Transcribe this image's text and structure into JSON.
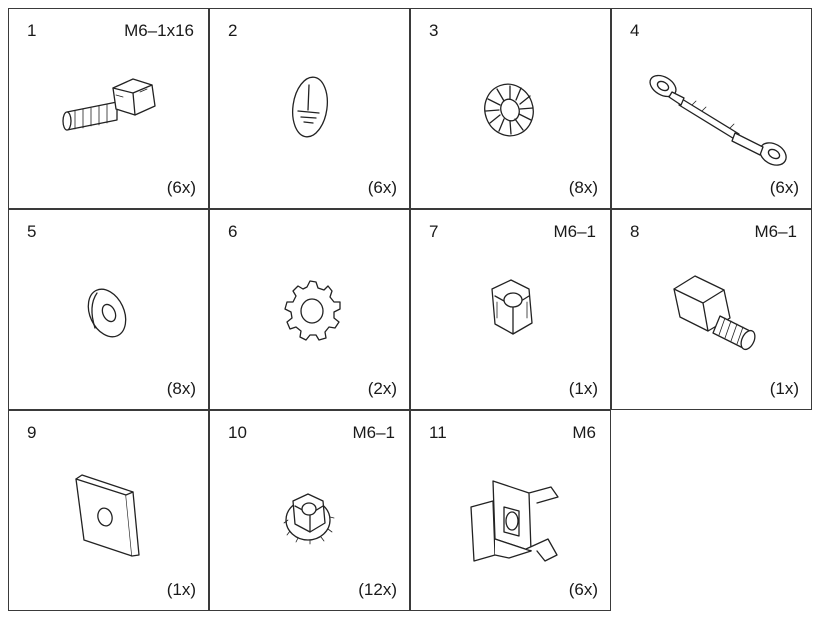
{
  "parts": [
    {
      "number": "1",
      "spec": "M6–1x16",
      "quantity": "(6x)",
      "icon": "hex-bolt-icon"
    },
    {
      "number": "2",
      "spec": "",
      "quantity": "(6x)",
      "icon": "ground-label-icon"
    },
    {
      "number": "3",
      "spec": "",
      "quantity": "(8x)",
      "icon": "serrated-lock-washer-icon"
    },
    {
      "number": "4",
      "spec": "",
      "quantity": "(6x)",
      "icon": "ground-strap-icon"
    },
    {
      "number": "5",
      "spec": "",
      "quantity": "(8x)",
      "icon": "flat-washer-icon"
    },
    {
      "number": "6",
      "spec": "",
      "quantity": "(2x)",
      "icon": "toothed-lock-washer-icon"
    },
    {
      "number": "7",
      "spec": "M6–1",
      "quantity": "(1x)",
      "icon": "hex-nut-icon"
    },
    {
      "number": "8",
      "spec": "M6–1",
      "quantity": "(1x)",
      "icon": "hex-standoff-icon"
    },
    {
      "number": "9",
      "spec": "",
      "quantity": "(1x)",
      "icon": "u-clip-icon"
    },
    {
      "number": "10",
      "spec": "M6–1",
      "quantity": "(12x)",
      "icon": "kep-nut-icon"
    },
    {
      "number": "11",
      "spec": "M6",
      "quantity": "(6x)",
      "icon": "cage-nut-icon"
    }
  ]
}
